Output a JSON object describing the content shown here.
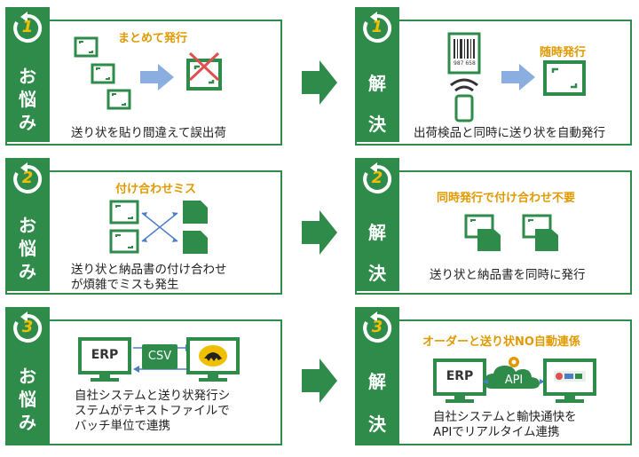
{
  "rows": [
    {
      "problem": {
        "number": "1",
        "vertical": [
          "お",
          "悩",
          "み"
        ],
        "title": "まとめて発行",
        "desc": [
          "送り状を貼り間違えて誤出荷"
        ]
      },
      "solution": {
        "number": "1",
        "vertical": [
          "解",
          "決"
        ],
        "title": "随時発行",
        "desc": [
          "出荷検品と同時に送り状を自動発行"
        ],
        "barcode_text": "987 658"
      }
    },
    {
      "problem": {
        "number": "2",
        "vertical": [
          "お",
          "悩",
          "み"
        ],
        "title": "付け合わせミス",
        "desc": [
          "送り状と納品書の付け合わせ",
          "が煩雑でミスも発生"
        ]
      },
      "solution": {
        "number": "2",
        "vertical": [
          "解",
          "決"
        ],
        "title": "同時発行で付け合わせ不要",
        "desc": [
          "送り状と納品書を同時に発行"
        ]
      }
    },
    {
      "problem": {
        "number": "3",
        "vertical": [
          "お",
          "悩",
          "み"
        ],
        "title": "",
        "desc": [
          "自社システムと送り状発行シ",
          "ステムがテキストファイルで",
          "バッチ単位で連携"
        ],
        "erp": "ERP",
        "csv": "CSV"
      },
      "solution": {
        "number": "3",
        "vertical": [
          "解",
          "決"
        ],
        "title": "オーダーと送り状NO自動連係",
        "desc": [
          "自社システムと輸快通快を",
          "APIでリアルタイム連携"
        ],
        "erp": "ERP",
        "api": "API"
      }
    }
  ],
  "colors": {
    "green": "#2e8b4a",
    "orange": "#e09a00",
    "blue_arrow": "#8aaedf",
    "red_x": "#e05050",
    "link_blue": "#4a7fc8"
  }
}
